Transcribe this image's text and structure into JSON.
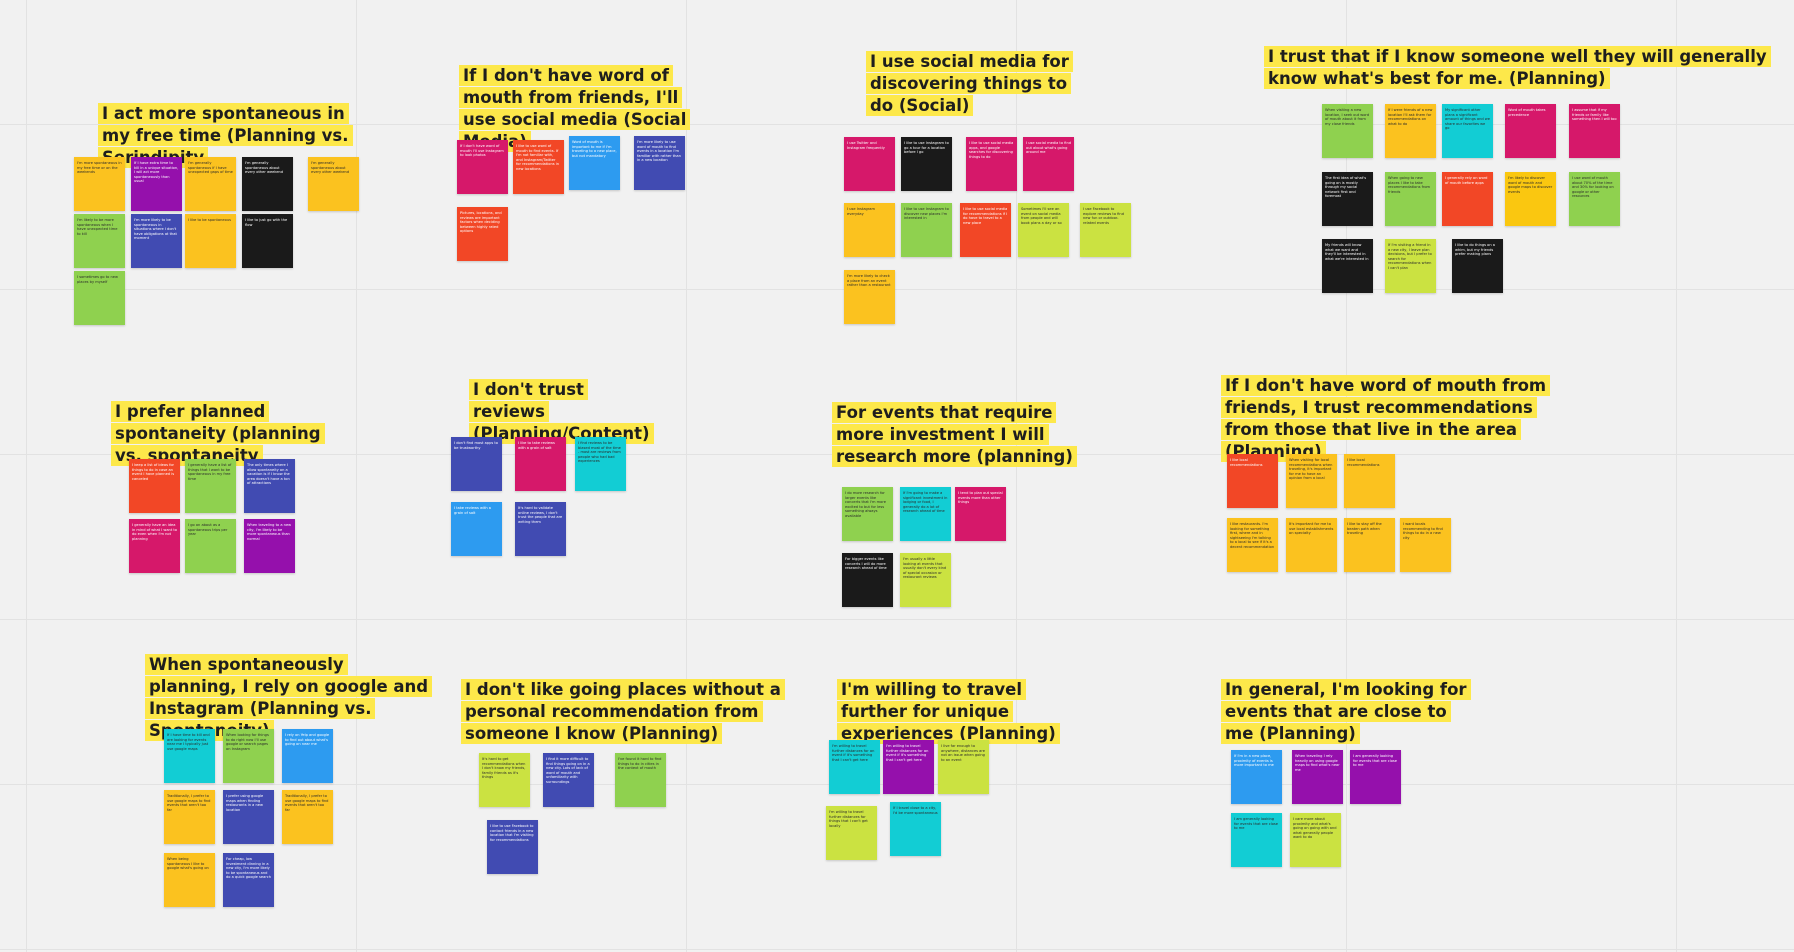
{
  "colors": {
    "yellow": "#fbc21f",
    "lime": "#cbe241",
    "green": "#8fd14f",
    "pink": "#d6186a",
    "red": "#f24726",
    "orange": "#fac710",
    "purple": "#9510ac",
    "indigo": "#414bb2",
    "blue": "#2d9bf0",
    "cyan": "#12cdd4",
    "black": "#1a1a1a",
    "title_highlight": "#fde84a"
  },
  "clusters": [
    {
      "id": "spontaneous-free-time",
      "title": "I act more spontaneous in my free time (Planning vs. Serindipity",
      "notes": [
        {
          "text": "I'm more spontaneous in my free time or on the weekends",
          "color": "yellow"
        },
        {
          "text": "If I have extra time to kill in a unique situation, I will act more spontaneously than usual",
          "color": "purple"
        },
        {
          "text": "I'm generally spontaneous if I have unexpected gaps of time",
          "color": "yellow"
        },
        {
          "text": "I'm generally spontaneous about every other weekend",
          "color": "black"
        },
        {
          "text": "I'm generally spontaneous about every other weekend",
          "color": "yellow"
        },
        {
          "text": "I'm likely to be more spontaneous when I have unexpected time to kill",
          "color": "green"
        },
        {
          "text": "I'm more likely to be spontaneous in situations where I don't have obligations at that moment",
          "color": "indigo"
        },
        {
          "text": "I like to be spontaneous",
          "color": "yellow"
        },
        {
          "text": "I like to just go with the flow",
          "color": "black"
        },
        {
          "text": "I sometimes go to new places by myself",
          "color": "green"
        }
      ]
    },
    {
      "id": "social-media-fallback",
      "title": "If I don't have word of mouth from friends, I'll use social media (Social Media)",
      "notes": [
        {
          "text": "If I don't have word of mouth I'll use Instagram to look photos",
          "color": "pink"
        },
        {
          "text": "I like to use word of mouth to find events. If I'm not familiar with, and Instagram/Twitter for recommendations in new locations",
          "color": "red"
        },
        {
          "text": "Word of mouth is important to me if I'm traveling to a new place, but not mandatory",
          "color": "blue"
        },
        {
          "text": "I'm more likely to use word of mouth to find events in a location I'm familiar with rather than in a new location",
          "color": "indigo"
        },
        {
          "text": "Pictures, locations, and reviews are important factors when deciding between highly rated options",
          "color": "red"
        }
      ]
    },
    {
      "id": "social-discovery",
      "title": "I use social media for discovering things to do (Social)",
      "notes": [
        {
          "text": "I use Twitter and Instagram frequently",
          "color": "pink"
        },
        {
          "text": "I like to use Instagram to go a tour for a location before I go",
          "color": "black"
        },
        {
          "text": "I like to use social media apps, and google searches for discovering things to do",
          "color": "pink"
        },
        {
          "text": "I use social media to find out about what's going around me",
          "color": "pink"
        },
        {
          "text": "I use Instagram everyday",
          "color": "yellow"
        },
        {
          "text": "I like to use Instagram to discover new places I'm interested in",
          "color": "green"
        },
        {
          "text": "I like to use social media for recommendations if I do have to travel to a new place",
          "color": "red"
        },
        {
          "text": "Sometimes I'll see an event on social media from people and will book plans a day or so",
          "color": "lime"
        },
        {
          "text": "I use Facebook to explore reviews to find new fun or outdoor-related events",
          "color": "lime"
        },
        {
          "text": "I'm more likely to check a place from an event rather than a restaurant",
          "color": "yellow"
        }
      ]
    },
    {
      "id": "trust-someone",
      "title": "I trust that if I know someone well they will generally know what's best for me. (Planning)",
      "notes": [
        {
          "text": "When visiting a new location, I seek out word of mouth about it from my close friends",
          "color": "green"
        },
        {
          "text": "If I were friends of a new location I'll ask them for recommendations on what to do",
          "color": "yellow"
        },
        {
          "text": "My significant other plans a significant amount of things and we share our favorites we go",
          "color": "cyan"
        },
        {
          "text": "Word of mouth takes precedence",
          "color": "pink"
        },
        {
          "text": "I assume that if my friends or family like something then I will too",
          "color": "pink"
        },
        {
          "text": "The first idea of what's going on is mostly through my social network first and foremost",
          "color": "black"
        },
        {
          "text": "When going to new places I like to take recommendations from friends",
          "color": "green"
        },
        {
          "text": "I generally rely on word of mouth before apps",
          "color": "red"
        },
        {
          "text": "I'm likely to discover word of mouth and google maps to discover events",
          "color": "orange"
        },
        {
          "text": "I use word of mouth about 70% of the time and 30% for looking on google or other resources",
          "color": "green"
        },
        {
          "text": "My friends will know what we want and they'll be interested in what we're interested in",
          "color": "black"
        },
        {
          "text": "If I'm visiting a friend in a new city, I leave plan decisions, but I prefer to search for recommendations when I can't plan",
          "color": "lime"
        },
        {
          "text": "I like to do things on a whim, but my friends prefer making plans",
          "color": "black"
        }
      ]
    },
    {
      "id": "planned-spontaneity",
      "title": "I prefer planned spontaneity (planning vs. spontaneity",
      "notes": [
        {
          "text": "I keep a list of ideas for things to do in case an event I have planned is canceled",
          "color": "red"
        },
        {
          "text": "I generally have a list of things that I want to be spontaneous in my free time",
          "color": "green"
        },
        {
          "text": "The only times where I allow spontaneity on a vacation is if I know the area doesn't have a ton of attractions",
          "color": "indigo"
        },
        {
          "text": "I generally have an idea in mind of what I want to do even when I'm not planning",
          "color": "pink"
        },
        {
          "text": "I go on about as a spontaneous trips per year",
          "color": "green"
        },
        {
          "text": "When traveling to a new city, I'm likely to be more spontaneous than normal",
          "color": "purple"
        }
      ]
    },
    {
      "id": "trust-reviews",
      "title": "I don't trust reviews (Planning/Content)",
      "notes": [
        {
          "text": "I don't find most apps to be trustworthy",
          "color": "indigo"
        },
        {
          "text": "I like to take reviews with a grain of salt",
          "color": "pink"
        },
        {
          "text": "I find reviews to be biased most of the time - most are reviews from people who had bad experiences",
          "color": "cyan"
        },
        {
          "text": "I take reviews with a grain of salt",
          "color": "blue"
        },
        {
          "text": "It's hard to validate online reviews, I don't trust the people that are writing them",
          "color": "indigo"
        }
      ]
    },
    {
      "id": "events-research",
      "title": "For events that require more investment I will research more (planning)",
      "notes": [
        {
          "text": "I do more research for larger events like concerts that I'm more excited to but for less something always available",
          "color": "green"
        },
        {
          "text": "If I'm going to make a significant investment in lodging or food, I generally do a lot of research ahead of time",
          "color": "cyan"
        },
        {
          "text": "I tend to plan out special events more than other things",
          "color": "pink"
        },
        {
          "text": "For bigger events like concerts I will do more research ahead of time",
          "color": "black"
        },
        {
          "text": "I'm usually a little looking at events that usually don't every kind of special occasion or restaurant reviews",
          "color": "lime"
        }
      ]
    },
    {
      "id": "local-recommendations",
      "title": "If I don't have word of mouth from friends, I trust recommendations from those that live in the area (Planning)",
      "notes": [
        {
          "text": "I like local recommendations",
          "color": "red"
        },
        {
          "text": "When visiting for local recommendations when traveling, it's important for me to have an opinion from a local",
          "color": "yellow"
        },
        {
          "text": "I like local recommendations",
          "color": "yellow"
        },
        {
          "text": "I like restaurants. I'm looking for something first, where and in sightseeing I'm talking to a local to see if it's a decent recommendation",
          "color": "yellow"
        },
        {
          "text": "It's important for me to use local establishments on specialty",
          "color": "yellow"
        },
        {
          "text": "I like to stay off the beaten path when traveling",
          "color": "yellow"
        },
        {
          "text": "I want locals recommending to find things to do in a new city",
          "color": "yellow"
        }
      ]
    },
    {
      "id": "spontaneous-google-instagram",
      "title": "When spontaneously planning, I rely on google and Instagram (Planning vs. Spontaneity)",
      "notes": [
        {
          "text": "If I have time to kill and are looking for events near me I typically just use google maps",
          "color": "cyan"
        },
        {
          "text": "When looking for things to do right now I'll use google or search pages on Instagram",
          "color": "green"
        },
        {
          "text": "I rely on Yelp and google to find out about what's going on near me",
          "color": "blue"
        },
        {
          "text": "Traditionally, I prefer to use google maps to find events that aren't too far",
          "color": "yellow"
        },
        {
          "text": "I prefer using google maps when finding restaurants in a new location",
          "color": "indigo"
        },
        {
          "text": "Traditionally, I prefer to use google maps to find events that aren't too far",
          "color": "yellow"
        },
        {
          "text": "When being spontaneous I like to google what's going on",
          "color": "yellow"
        },
        {
          "text": "For cheap, low investment dinning in a new city, I'm more likely to be spontaneous and do a quick google search",
          "color": "indigo"
        }
      ]
    },
    {
      "id": "personal-recommendation",
      "title": "I don't like going places without a personal recommendation from someone I know (Planning)",
      "notes": [
        {
          "text": "It's hard to get recommendations when I don't know my friends, family friends as it's things",
          "color": "lime"
        },
        {
          "text": "I find it more difficult to find things going on in a new city. Lots of lack of word of mouth and unfamiliarity with surroundings",
          "color": "indigo"
        },
        {
          "text": "I've found it hard to find things to do in cities in the context of mouth",
          "color": "green"
        },
        {
          "text": "I like to use Facebook to contact friends in a new location that I'm visiting for recommendations",
          "color": "indigo"
        }
      ]
    },
    {
      "id": "travel-further",
      "title": "I'm willing to travel further for unique experiences (Planning)",
      "notes": [
        {
          "text": "I'm willing to travel further distances for an event if it's something that I can't get here",
          "color": "cyan"
        },
        {
          "text": "I'm willing to travel further distances for an event if it's something that I can't get here",
          "color": "purple"
        },
        {
          "text": "I live far enough to anywhere, distances are not an issue when going to an event",
          "color": "lime"
        },
        {
          "text": "I'm willing to travel further distances for things that I can't get locally",
          "color": "lime"
        },
        {
          "text": "If I travel close to a city, I'd be more spontaneous",
          "color": "cyan"
        }
      ]
    },
    {
      "id": "close-events",
      "title": "In general, I'm looking for events that are close to me (Planning)",
      "notes": [
        {
          "text": "If I'm in a new place, proximity of events is more important to me",
          "color": "blue"
        },
        {
          "text": "When traveling I rely heavily on using google maps to find what's near me",
          "color": "purple"
        },
        {
          "text": "I am generally looking for events that are close to me",
          "color": "purple"
        },
        {
          "text": "I am generally looking for events that are close to me",
          "color": "cyan"
        },
        {
          "text": "I care more about proximity and what's going on going with and what generally people want to do",
          "color": "lime"
        }
      ]
    }
  ]
}
